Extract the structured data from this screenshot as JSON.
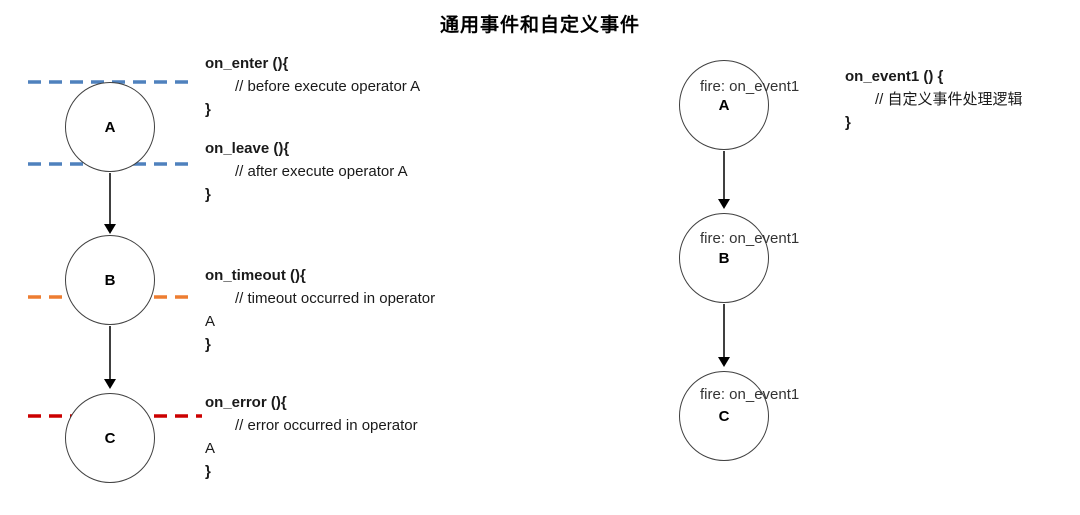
{
  "title": "通用事件和自定义事件",
  "colors": {
    "enter_leave_line": "#4f81bd",
    "timeout_line": "#ed7d31",
    "error_line": "#cc0000",
    "arrow": "#000000"
  },
  "left": {
    "nodes": [
      {
        "label": "A"
      },
      {
        "label": "B"
      },
      {
        "label": "C"
      }
    ],
    "annotations": [
      {
        "signature": "on_enter (){",
        "comment": "// before execute operator A",
        "close": "}"
      },
      {
        "signature": "on_leave (){",
        "comment": "// after execute operator A",
        "close": "}"
      },
      {
        "signature": "on_timeout (){",
        "comment": "// timeout occurred in operator",
        "wrap": "A",
        "close": "}"
      },
      {
        "signature": "on_error (){",
        "comment": "// error occurred in operator",
        "wrap": "A",
        "close": "}"
      }
    ]
  },
  "right": {
    "nodes": [
      {
        "fire": "fire: on_event1",
        "label": "A"
      },
      {
        "fire": "fire: on_event1",
        "label": "B"
      },
      {
        "fire": "fire: on_event1",
        "label": "C"
      }
    ],
    "annotation": {
      "signature": "on_event1 () {",
      "comment": "// 自定义事件处理逻辑",
      "close": "}"
    }
  }
}
